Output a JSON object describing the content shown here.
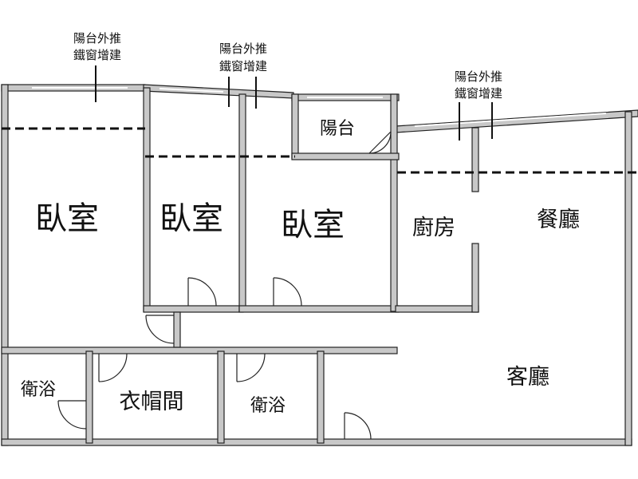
{
  "annotations": {
    "balcony_extension_line1": "陽台外推",
    "balcony_extension_line2": "鐵窗增建"
  },
  "rooms": {
    "bedroom_1": "臥室",
    "bedroom_2": "臥室",
    "bedroom_3": "臥室",
    "balcony": "陽台",
    "kitchen": "廚房",
    "dining_room": "餐廳",
    "living_room": "客廳",
    "bathroom_1": "衛浴",
    "bathroom_2": "衛浴",
    "walk_in_closet": "衣帽間"
  },
  "colors": {
    "wall_fill": "#c8c8c8",
    "line": "#111111"
  }
}
